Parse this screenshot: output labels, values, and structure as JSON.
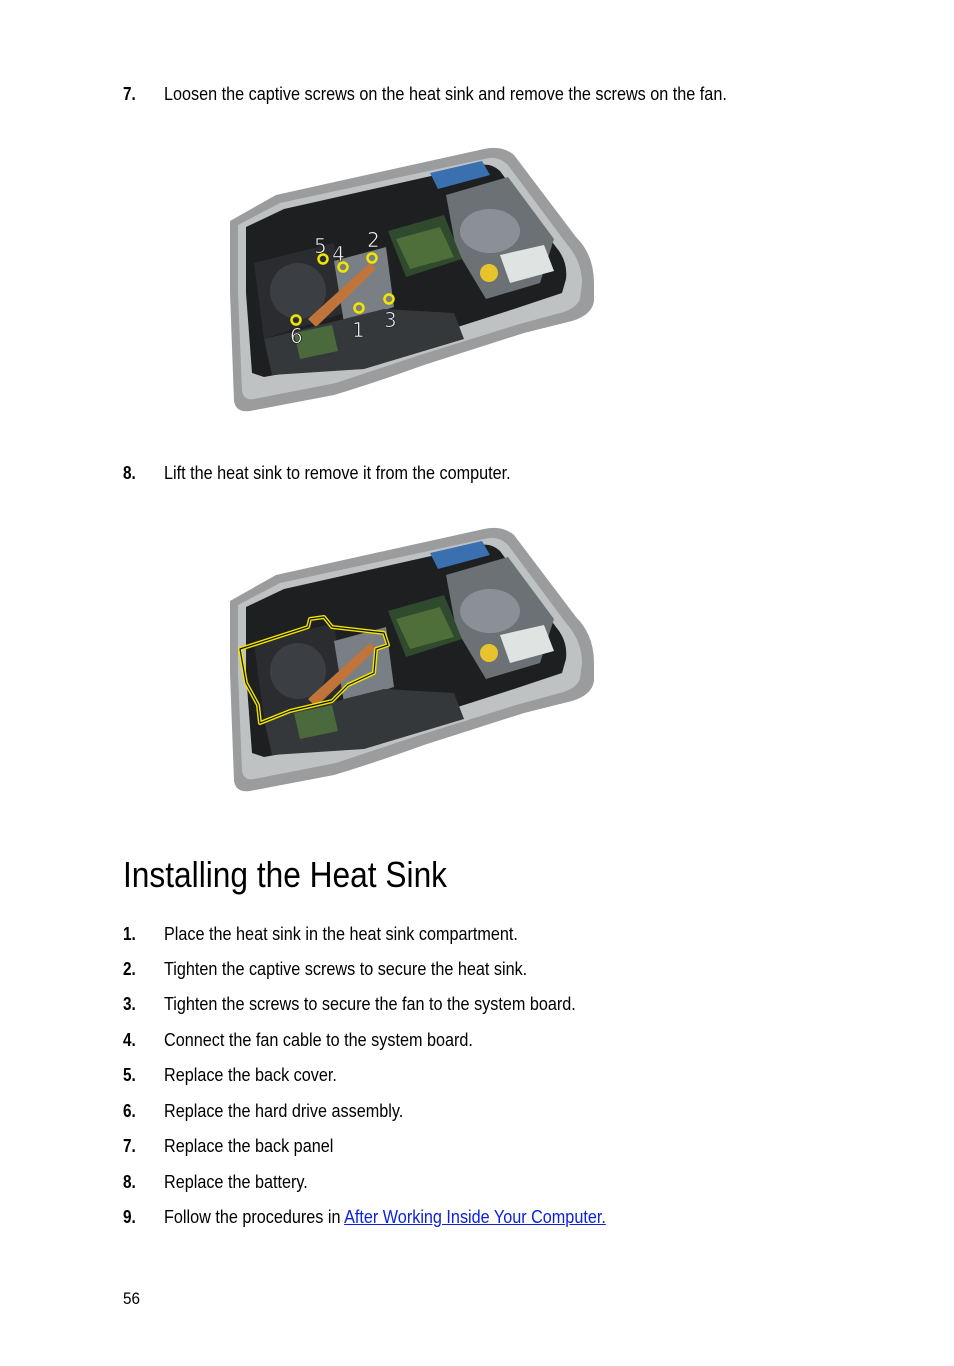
{
  "steps_before": [
    {
      "num": "7.",
      "text": "Loosen the captive screws on the heat sink and remove the screws on the fan."
    },
    {
      "num": "8.",
      "text": "Lift the heat sink to remove it from the computer."
    }
  ],
  "figure1": {
    "callouts": [
      "5",
      "4",
      "2",
      "6",
      "1",
      "3"
    ]
  },
  "section": {
    "title": "Installing the Heat Sink",
    "steps": [
      {
        "num": "1.",
        "text": "Place the heat sink in the heat sink compartment."
      },
      {
        "num": "2.",
        "text": "Tighten the captive screws to secure the heat sink."
      },
      {
        "num": "3.",
        "text": "Tighten the screws to secure the fan to the system board."
      },
      {
        "num": "4.",
        "text": "Connect the fan cable to the system board."
      },
      {
        "num": "5.",
        "text": "Replace the back cover."
      },
      {
        "num": "6.",
        "text": "Replace the hard drive assembly."
      },
      {
        "num": "7.",
        "text": "Replace the back panel"
      },
      {
        "num": "8.",
        "text": "Replace the battery."
      }
    ],
    "last_step": {
      "num": "9.",
      "prefix": "Follow the procedures in ",
      "link": "After Working Inside Your Computer."
    }
  },
  "page_number": "56",
  "colors": {
    "link": "#0b22d8",
    "callout": "#f2e600",
    "chassis": "#9a9c9e",
    "board": "#2f4a2c"
  }
}
